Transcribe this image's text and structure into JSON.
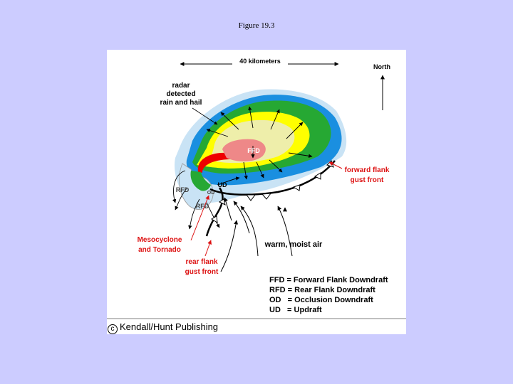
{
  "slide": {
    "title": "Figure 19.3"
  },
  "figure": {
    "scale_label": "40 kilometers",
    "north_label": "North",
    "labels": {
      "radar_line1": "radar",
      "radar_line2": "detected",
      "radar_line3": "rain and hail",
      "ffd": "FFD",
      "rfd_left": "RFD",
      "rfd_bottom": "RFD",
      "ud": "UD",
      "od": "OD",
      "forward_flank_line1": "forward flank",
      "forward_flank_line2": "gust front",
      "mesocyclone_line1": "Mesocyclone",
      "mesocyclone_line2": "and Tornado",
      "rear_flank_line1": "rear flank",
      "rear_flank_line2": "gust front",
      "warm_air": "warm, moist air"
    },
    "legend": [
      "FFD = Forward Flank Downdraft",
      "RFD = Rear Flank Downdraft",
      "OD   = Occlusion Downdraft",
      "UD   = Updraft"
    ],
    "credit": "Kendall/Hunt Publishing",
    "colors": {
      "outer_lightblue": "#c9e3f5",
      "blue": "#1a8fe0",
      "green": "#26a833",
      "yellow": "#ffff00",
      "pale_yellow": "#eeeeaa",
      "pink": "#ee8888",
      "red": "#ee0000",
      "annotation_red": "#dd1111",
      "background": "#ccccff"
    }
  }
}
